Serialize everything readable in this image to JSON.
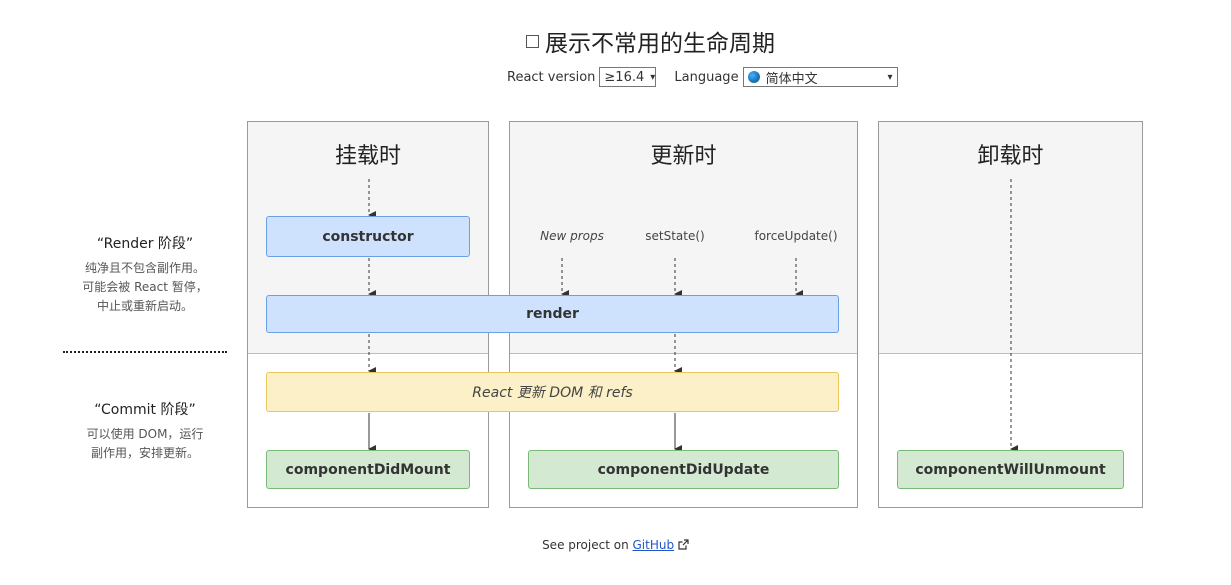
{
  "header": {
    "show_uncommon_label": "展示不常用的生命周期",
    "show_uncommon_checked": false,
    "react_version_label": "React version",
    "react_version_value": "≥16.4",
    "language_label": "Language",
    "language_value": "简体中文"
  },
  "phases": {
    "mounting": "挂载时",
    "updating": "更新时",
    "unmounting": "卸载时"
  },
  "stages": {
    "render_title": "“Render 阶段”",
    "render_desc_1": "纯净且不包含副作用。",
    "render_desc_2": "可能会被 React 暂停，",
    "render_desc_3": "中止或重新启动。",
    "commit_title": "“Commit 阶段”",
    "commit_desc_1": "可以使用 DOM，运行",
    "commit_desc_2": "副作用，安排更新。"
  },
  "methods": {
    "constructor": "constructor",
    "render": "render",
    "react_updates": "React 更新 DOM 和 refs",
    "did_mount": "componentDidMount",
    "did_update": "componentDidUpdate",
    "will_unmount": "componentWillUnmount"
  },
  "triggers": {
    "new_props": "New props",
    "set_state": "setState()",
    "force_update": "forceUpdate()"
  },
  "footer": {
    "prefix": "See project on",
    "link": "GitHub"
  },
  "colors": {
    "render_box": "#cfe2fd",
    "commit_dom_box": "#fcf0c8",
    "lifecycle_box": "#d3e9d2",
    "phase_shade": "#f5f5f5"
  }
}
